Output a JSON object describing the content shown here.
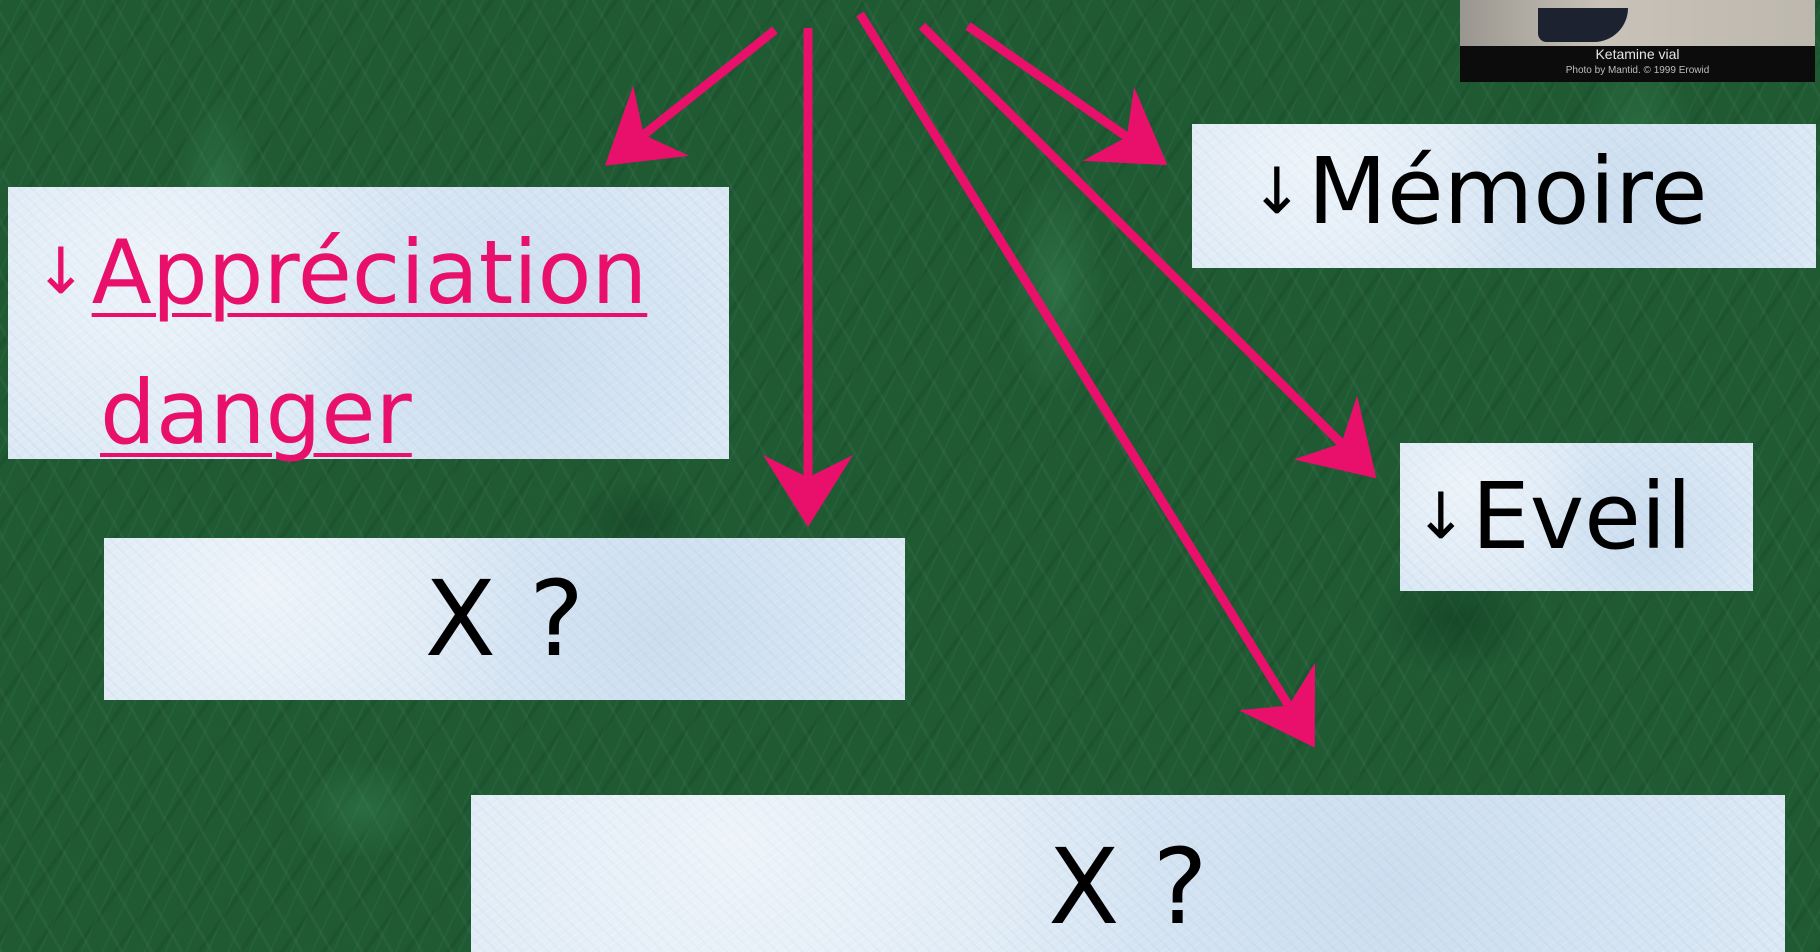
{
  "boxes": {
    "appreciation": {
      "arrow": "↓",
      "line1": "Appréciation",
      "line2": "danger"
    },
    "memoire": {
      "arrow": "↓",
      "label": "Mémoire"
    },
    "eveil": {
      "arrow": "↓",
      "label": "Eveil"
    },
    "x_unknown_1": {
      "label": "X ?"
    },
    "x_unknown_2": {
      "label": "X ?"
    }
  },
  "photo": {
    "caption": "Ketamine vial",
    "credit": "Photo by Mantid. © 1999 Erowid"
  },
  "colors": {
    "arrow": "#e8106a",
    "highlight_text": "#e8106a",
    "box_fill": "#dbe8f4",
    "background": "#1f5a33"
  }
}
